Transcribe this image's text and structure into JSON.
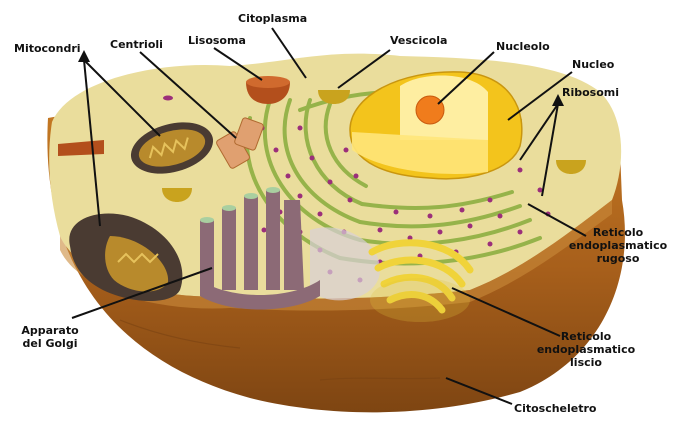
{
  "labels": {
    "mitocondri": "Mitocondri",
    "centrioli": "Centrioli",
    "lisosoma": "Lisosoma",
    "citoplasma": "Citoplasma",
    "vescicola": "Vescicola",
    "nucleolo": "Nucleolo",
    "nucleo": "Nucleo",
    "ribosomi": "Ribosomi",
    "rer_line1": "Reticolo",
    "rer_line2": "endoplasmatico",
    "rer_line3": "rugoso",
    "golgi_line1": "Apparato",
    "golgi_line2": "del Golgi",
    "ser_line1": "Reticolo",
    "ser_line2": "endoplasmatico",
    "ser_line3": "liscio",
    "citoscheletro": "Citoscheletro"
  },
  "colors": {
    "cytoplasm": "#eadd9c",
    "membrane_outer": "#b06a1f",
    "membrane_inner": "#8a4d16",
    "nucleus": "#f6cf2b",
    "nucleolus": "#f07c1c",
    "golgi": "#f0d33a",
    "er_green": "#96b34a",
    "er_dots": "#9b2f7a",
    "mitochondria": "#b88a2c",
    "lysosome": "#b34f1c",
    "vesicle": "#c9a31e",
    "centrioles": "#e0a070"
  }
}
